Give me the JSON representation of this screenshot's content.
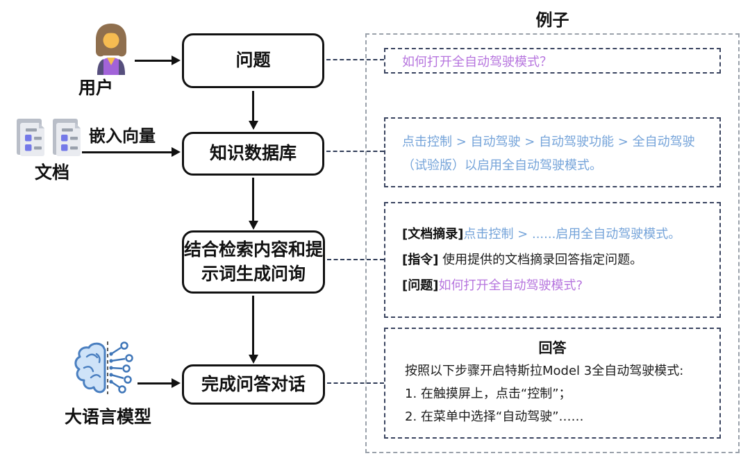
{
  "diagram_title": "例子",
  "actors": {
    "user": {
      "label": "用户"
    },
    "documents": {
      "label": "文档"
    },
    "llm": {
      "label": "大语言模型"
    }
  },
  "flow": {
    "embed_edge_label": "嵌入向量",
    "nodes": [
      {
        "id": "question",
        "label": "问题"
      },
      {
        "id": "knowledge-db",
        "label": "知识数据库"
      },
      {
        "id": "combine-query",
        "label": "结合检索内容和提\n示词生成问询"
      },
      {
        "id": "complete-qa",
        "label": "完成问答对话"
      }
    ]
  },
  "example": {
    "title": "例子",
    "question_box": {
      "text": "如何打开全自动驾驶模式？"
    },
    "retrieval_box": {
      "line1": "点击控制 > 自动驾驶 > 自动驾驶功能 > 全自动驾驶",
      "line2": "（试验版）以启用全自动驾驶模式。"
    },
    "prompt_box": {
      "doc_label": "[文档摘录]",
      "doc_text": "点击控制 > ......启用全自动驾驶模式。",
      "inst_label": "[指令]",
      "inst_text": " 使用提供的文档摘录回答指定问题。",
      "q_label": "[问题]",
      "q_text": "如何打开全自动驾驶模式?"
    },
    "answer_box": {
      "title": "回答",
      "line1": "按照以下步骤开启特斯拉Model 3全自动驾驶模式:",
      "line2": "1. 在触摸屏上，点击“控制”；",
      "line3": "2. 在菜单中选择“自动驾驶”……"
    }
  },
  "icons": {
    "user": "user-avatar-icon",
    "documents": "document-pages-icon",
    "llm": "brain-circuit-icon"
  },
  "colors": {
    "purple_text": "#b674de",
    "blue_text": "#74a3d9",
    "inner_dash_border": "#39435f",
    "outer_dash_border": "#9aa1aa",
    "node_border": "#111111",
    "arrow": "#111111",
    "brain_stroke": "#4a7fc0",
    "brain_fill": "#cfe3f8",
    "doc_accent": "#7479e8",
    "avatar_purple": "#a263d9"
  }
}
